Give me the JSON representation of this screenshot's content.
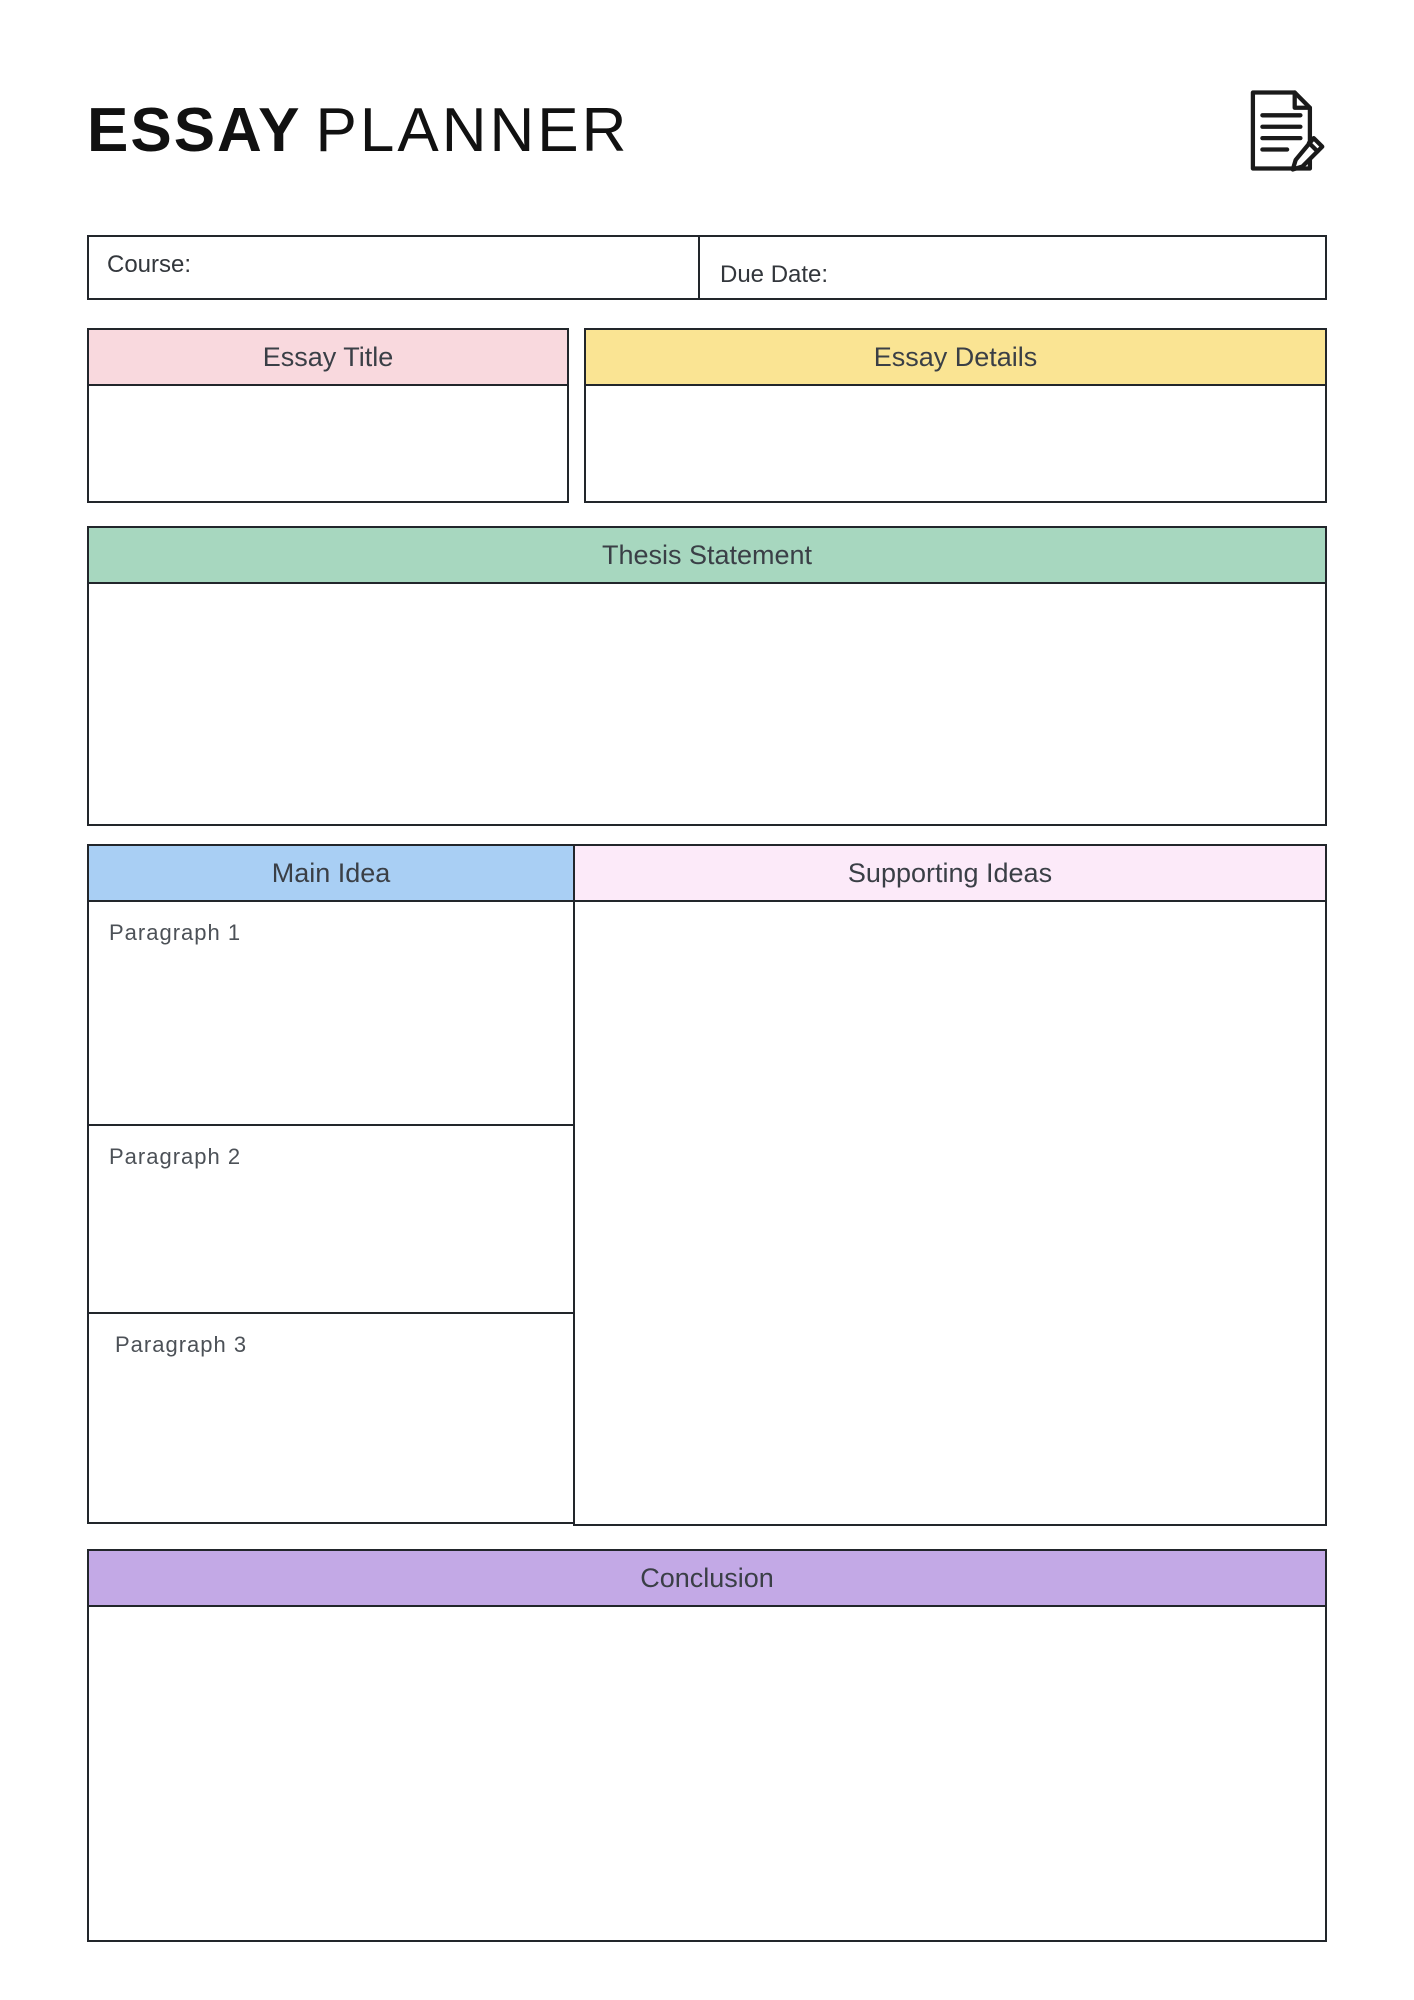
{
  "page": {
    "title_bold": "ESSAY",
    "title_light": "PLANNER"
  },
  "meta": {
    "course_label": "Course:",
    "due_date_label": "Due Date:"
  },
  "sections": {
    "essay_title": {
      "label": "Essay Title",
      "color": "#F9D9DE"
    },
    "essay_details": {
      "label": "Essay Details",
      "color": "#FAE493"
    },
    "thesis": {
      "label": "Thesis Statement",
      "color": "#A7D7BF"
    },
    "main_idea": {
      "label": "Main Idea",
      "color": "#A9CFF4"
    },
    "supporting": {
      "label": "Supporting Ideas",
      "color": "#FCEAF9"
    },
    "conclusion": {
      "label": "Conclusion",
      "color": "#C3A9E6"
    }
  },
  "paragraphs": [
    {
      "label": "Paragraph 1"
    },
    {
      "label": "Paragraph 2"
    },
    {
      "label": "Paragraph 3"
    }
  ],
  "colors": {
    "border": "#22262b",
    "text": "#3a3f46"
  }
}
